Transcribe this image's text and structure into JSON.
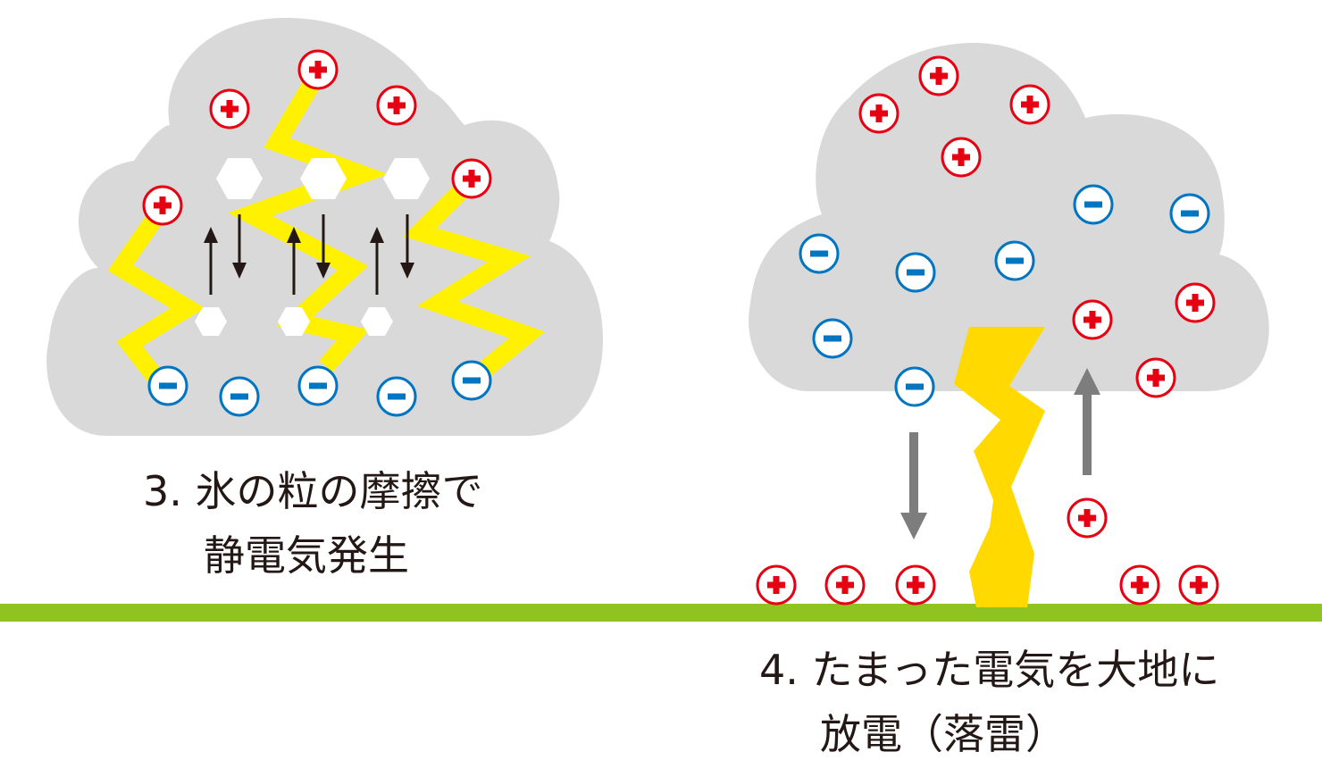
{
  "panel3": {
    "caption_line1": "3. 氷の粒の摩擦で",
    "caption_line2": "静電気発生",
    "plus_symbol": "+",
    "minus_symbol": "−"
  },
  "panel4": {
    "caption_line1": "4. たまった電気を大地に",
    "caption_line2": "放電（落雷）",
    "plus_symbol": "+",
    "minus_symbol": "−"
  },
  "colors": {
    "cloud": "#d9d9d9",
    "positive": "#e60012",
    "negative": "#0075c2",
    "lightning": "#fff100",
    "lightning_bolt": "#ffd900",
    "ground": "#8fc31f",
    "arrow_dark": "#231815",
    "arrow_gray": "#7d7d7d",
    "ice": "#ffffff"
  }
}
